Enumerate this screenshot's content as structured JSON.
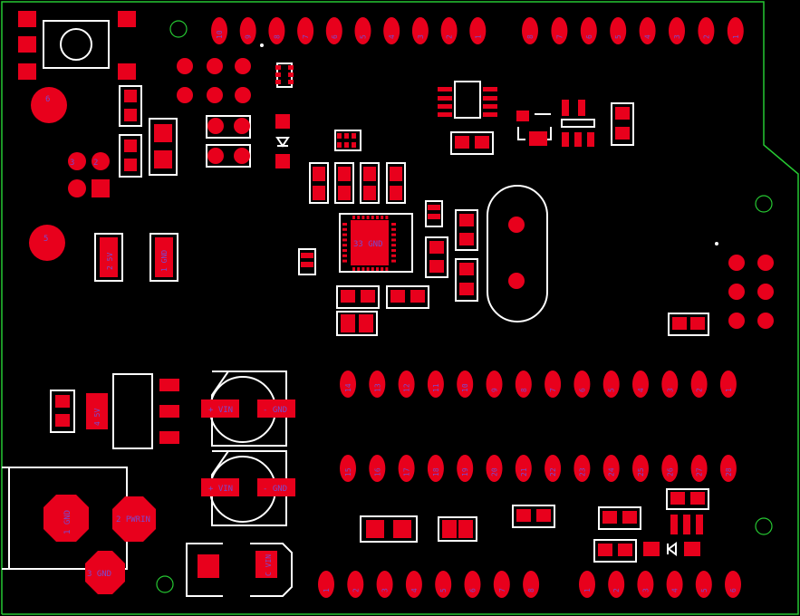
{
  "colors": {
    "background": "#000000",
    "copper": "#e8001c",
    "silkscreen": "#ffffff",
    "board_outline": "#26c832",
    "pad_label": "#7a4ad0"
  },
  "header_top_left": [
    "10",
    "9",
    "8",
    "7",
    "6",
    "5",
    "4",
    "3",
    "2",
    "1"
  ],
  "header_top_right": [
    "8",
    "7",
    "6",
    "5",
    "4",
    "3",
    "2",
    "1"
  ],
  "header_mid_top": [
    "14",
    "13",
    "12",
    "11",
    "10",
    "9",
    "8",
    "7",
    "6",
    "5",
    "4",
    "3",
    "2",
    "1"
  ],
  "header_mid_bottom": [
    "15",
    "16",
    "17",
    "18",
    "19",
    "20",
    "21",
    "22",
    "23",
    "24",
    "25",
    "26",
    "27",
    "28"
  ],
  "header_bottom_left": [
    "1",
    "2",
    "3",
    "4",
    "5",
    "6",
    "7",
    "8"
  ],
  "header_bottom_right": [
    "1",
    "2",
    "3",
    "4",
    "5",
    "6"
  ],
  "labels": {
    "ic_center": "33 GND",
    "cap1_plus": "+ VIN",
    "cap1_minus": "- GND",
    "cap2_plus": "+ VIN",
    "cap2_minus": "- GND",
    "jack_1": "1 GND",
    "jack_2": "2 PWRIN",
    "jack_3": "3 GND",
    "reg_tab": "4 5V",
    "vout_pad": "C VIN",
    "res_1": "2 5V",
    "res_2": "1 GND",
    "hole_6": "6",
    "hole_5": "5",
    "pin_3": "3",
    "pin_2": "2"
  }
}
